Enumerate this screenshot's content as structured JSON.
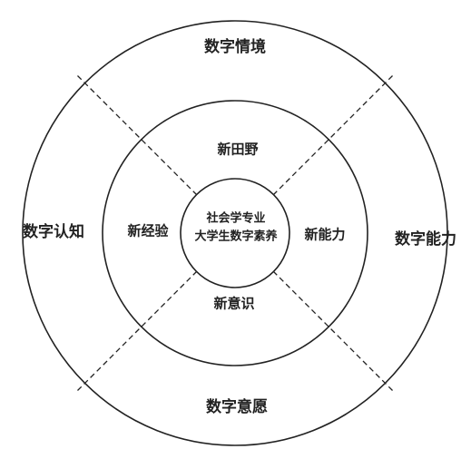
{
  "outer_ring": {
    "top": "数字情境",
    "left": "数字认知",
    "right": "数字能力",
    "bottom": "数字意愿"
  },
  "middle_ring": {
    "top": "新田野",
    "left": "新经验",
    "right": "新能力",
    "bottom": "新意识"
  },
  "core": {
    "line1": "社会学专业",
    "line2": "大学生数字素养"
  },
  "colors": {
    "stroke": "#222222",
    "background": "#ffffff"
  }
}
